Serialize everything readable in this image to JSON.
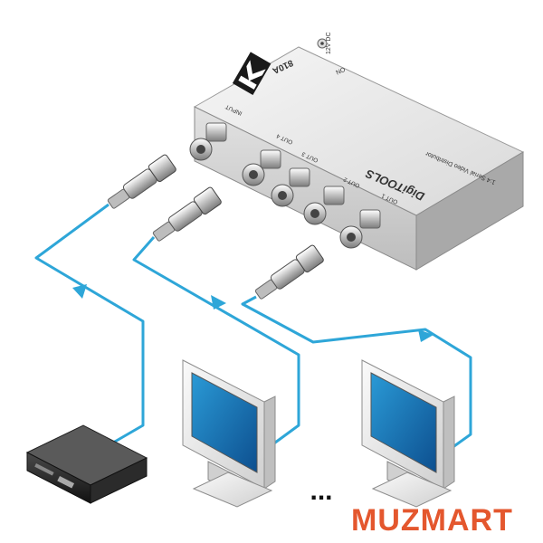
{
  "device": {
    "model": "810A",
    "brand": "DigiTOOLS",
    "description": "1:4 Serial Video Distributor",
    "power_label": "12V DC",
    "on_label": "ON",
    "ports": {
      "input": "INPUT",
      "out1": "OUT 1",
      "out2": "OUT 2",
      "out3": "OUT 3",
      "out4": "OUT 4"
    }
  },
  "ellipsis": "...",
  "watermark": "MUZMART",
  "colors": {
    "cable": "#2ea6d8",
    "device_body": "#e9e9e9",
    "watermark": "#e4572e"
  }
}
